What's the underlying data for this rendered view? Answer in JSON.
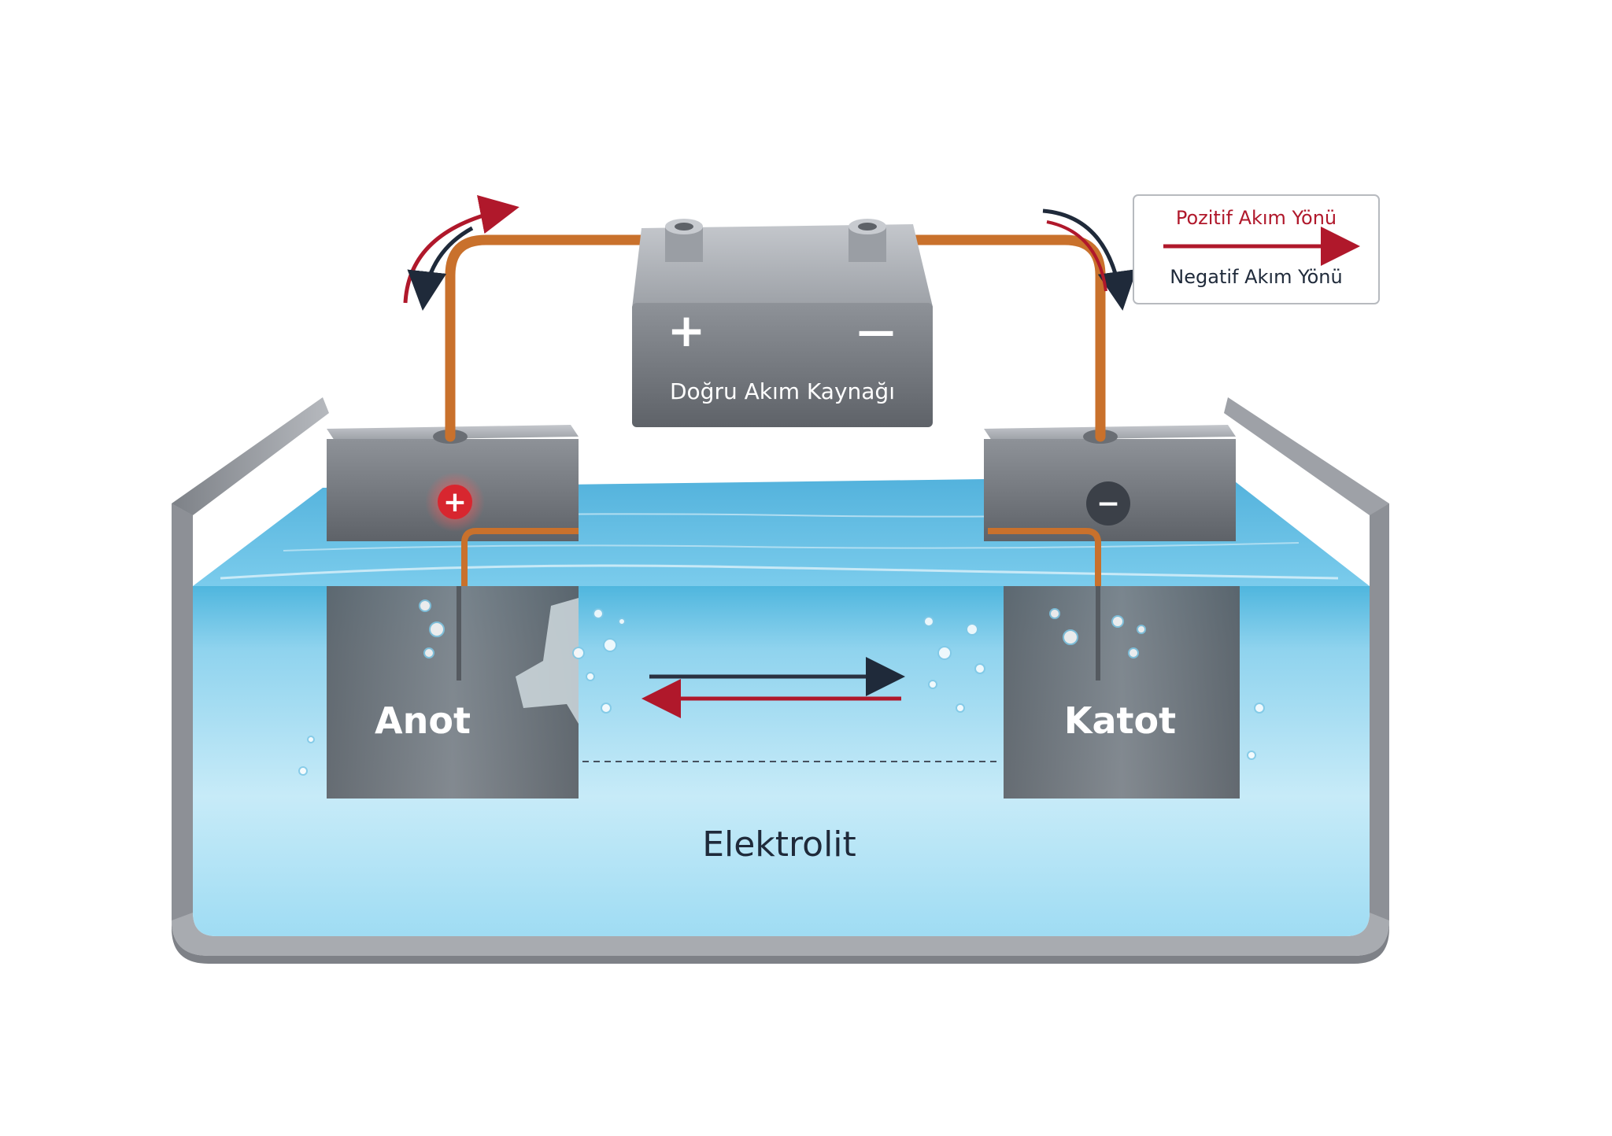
{
  "source": {
    "label": "Doğru Akım Kaynağı",
    "plus_symbol": "+",
    "minus_symbol": "—"
  },
  "anode": {
    "label": "Anot",
    "sign": "+"
  },
  "cathode": {
    "label": "Katot",
    "sign": "−"
  },
  "electrolyte": {
    "label": "Elektrolit"
  },
  "legend": {
    "positive_label": "Pozitif Akım Yönü",
    "negative_label": "Negatif Akım Yönü"
  },
  "colors": {
    "positive": "#b0182b",
    "negative": "#1f2a3a",
    "wire": "#c9712c",
    "water": "#6cc3e3",
    "metal": "#8b8f95"
  }
}
